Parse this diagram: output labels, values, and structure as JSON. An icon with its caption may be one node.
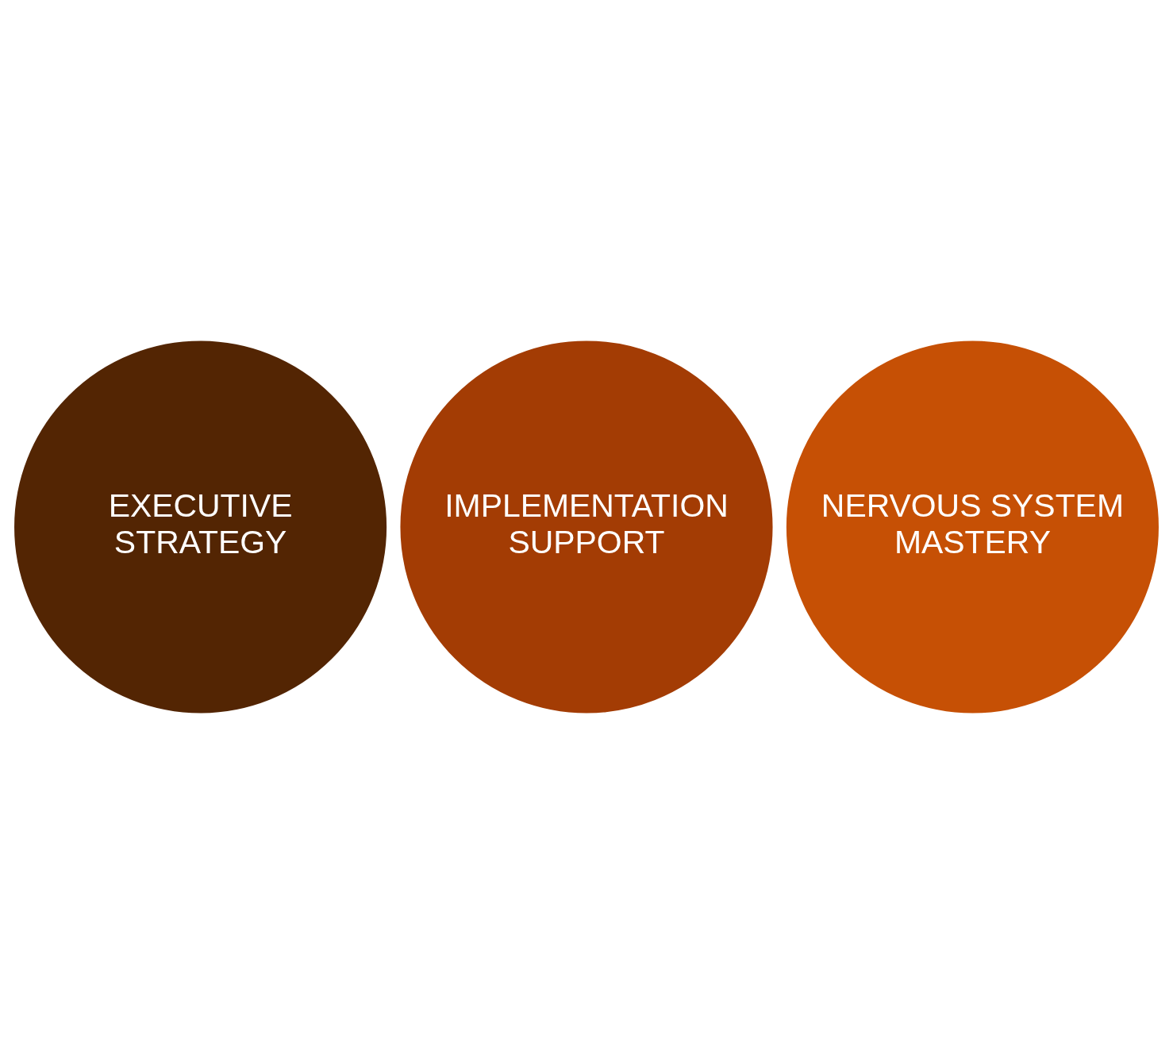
{
  "diagram": {
    "nodes": [
      {
        "text": [
          "EXECUTIVE STRATEGY"
        ]
      },
      {
        "text": [
          "IMPLEMENTATION SUPPORT"
        ]
      },
      {
        "text": [
          "NERVOUS SYSTEM MASTERY"
        ]
      }
    ]
  }
}
